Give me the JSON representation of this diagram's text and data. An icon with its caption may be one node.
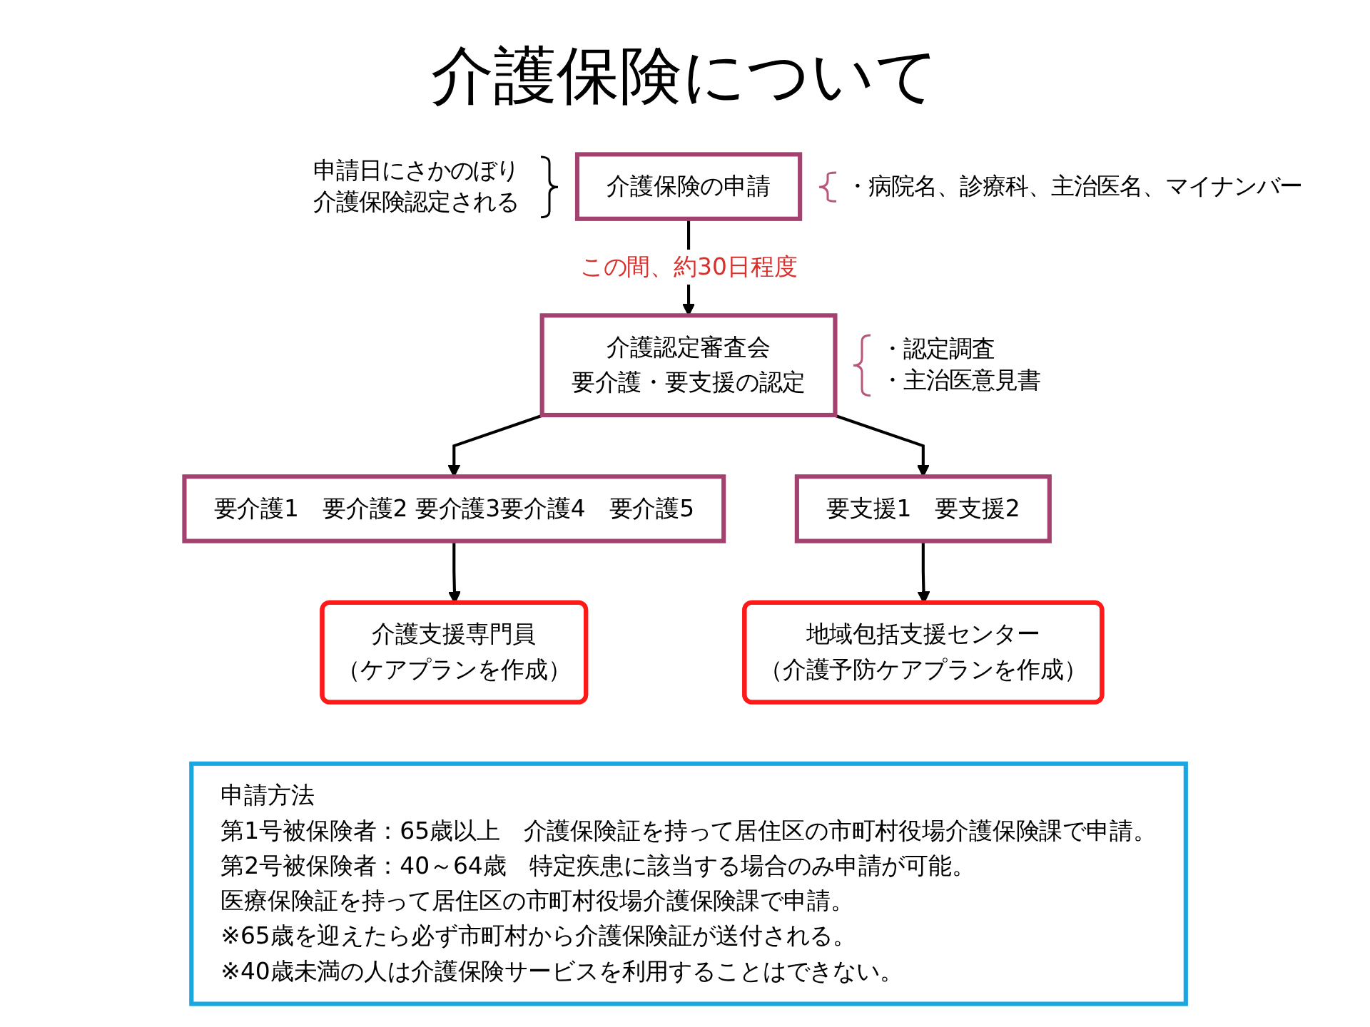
{
  "diagram": {
    "title": "介護保険について",
    "nodes": [
      {
        "text": [
          "介護保険の申請"
        ],
        "beside": [
          "申請日にさかのぼり介護保険認定される",
          "・病院名、診療科、主治医名、マイナンバー"
        ]
      },
      {
        "text": [
          "介護認定審査会",
          "要介護・要支援の認定"
        ],
        "beside": [
          "・認定調査",
          "・主治医意見書"
        ]
      },
      {
        "text": [
          "要介護1　要介護2 要介護3要介護4　要介護5"
        ]
      },
      {
        "text": [
          "要支援1　要支援2"
        ]
      },
      {
        "text": [
          "介護支援専門員",
          "（ケアプランを作成）"
        ]
      },
      {
        "text": [
          "地域包括支援センター",
          "（介護予防ケアプランを作成）"
        ]
      },
      {
        "text": [
          "申請方法",
          "第1号被保険者：65歳以上　介護保険証を持って居住区の市町村役場介護保険課で申請。",
          "第2号被保険者：40～64歳　特定疾患に該当する場合のみ申請が可能。",
          "医療保険証を持って居住区の市町村役場介護保険課で申請。",
          "※65歳を迎えたら必ず市町村から介護保険証が送付される。",
          "※40歳未満の人は介護保険サービスを利用することはできない。"
        ]
      }
    ],
    "edges": [
      {
        "from": 0,
        "to": 1,
        "arrow": "to",
        "label": "この間、約30日程度"
      },
      {
        "from": 1,
        "to": 2,
        "arrow": "to"
      },
      {
        "from": 1,
        "to": 3,
        "arrow": "to"
      },
      {
        "from": 2,
        "to": 4,
        "arrow": "to"
      },
      {
        "from": 3,
        "to": 5,
        "arrow": "to"
      }
    ]
  }
}
